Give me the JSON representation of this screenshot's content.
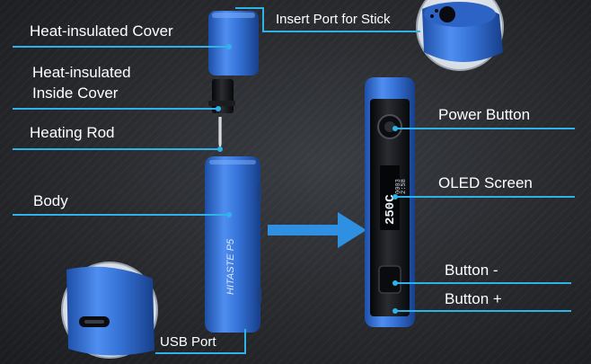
{
  "labels": {
    "heat_insulated_cover": "Heat-insulated Cover",
    "insert_port": "Insert Port for Stick",
    "inside_cover_line1": "Heat-insulated",
    "inside_cover_line2": "Inside Cover",
    "heating_rod": "Heating Rod",
    "body": "Body",
    "usb_port": "USB Port",
    "power_button": "Power Button",
    "oled_screen": "OLED Screen",
    "button_minus": "Button -",
    "button_plus": "Button +"
  },
  "device": {
    "brand": "HITASTE P5",
    "oled_temperature": "250C",
    "oled_side_line1": "0003",
    "oled_side_line2": "2:58"
  },
  "colors": {
    "accent": "#2fb2e8",
    "device_blue": "#2f6fd0",
    "device_dark": "#121316",
    "text": "#ffffff"
  }
}
